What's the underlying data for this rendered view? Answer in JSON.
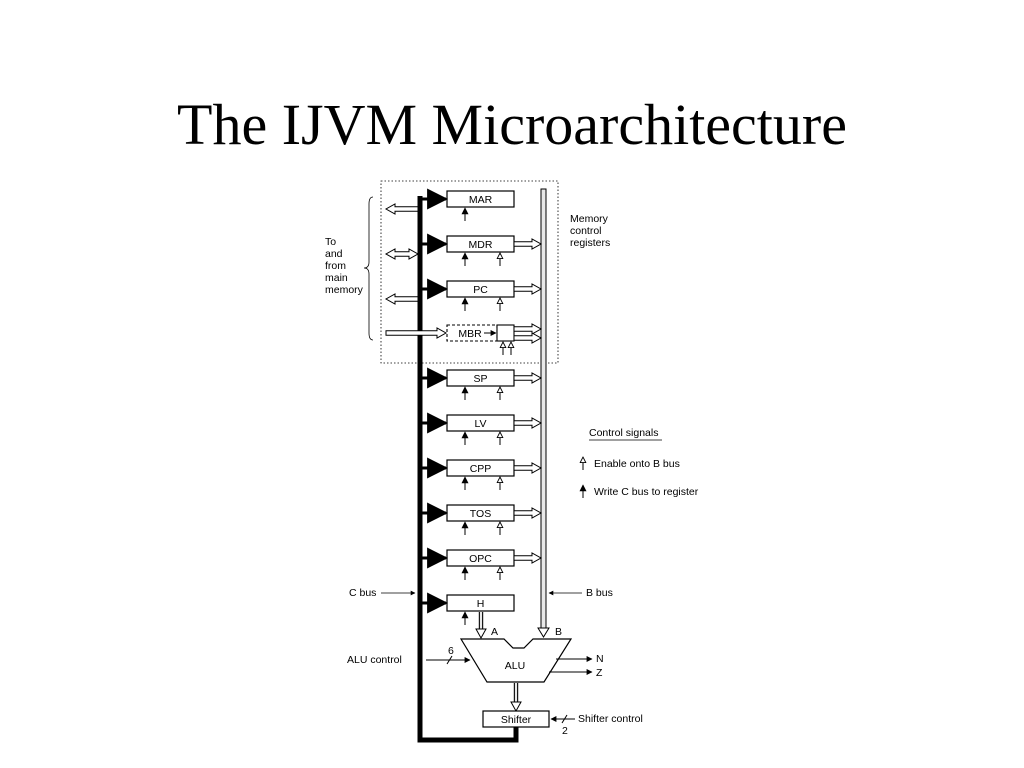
{
  "title": "The IJVM Microarchitecture",
  "registers": [
    {
      "id": "mar",
      "label": "MAR"
    },
    {
      "id": "mdr",
      "label": "MDR"
    },
    {
      "id": "pc",
      "label": "PC"
    },
    {
      "id": "mbr",
      "label": "MBR"
    },
    {
      "id": "sp",
      "label": "SP"
    },
    {
      "id": "lv",
      "label": "LV"
    },
    {
      "id": "cpp",
      "label": "CPP"
    },
    {
      "id": "tos",
      "label": "TOS"
    },
    {
      "id": "opc",
      "label": "OPC"
    },
    {
      "id": "h",
      "label": "H"
    }
  ],
  "labels": {
    "memory_side": [
      "To",
      "and",
      "from",
      "main",
      "memory"
    ],
    "memory_control": [
      "Memory",
      "control",
      "registers"
    ],
    "control_signals_heading": "Control signals",
    "enable_b_bus": "Enable onto B bus",
    "write_c_bus": "Write C bus to register",
    "c_bus": "C bus",
    "b_bus": "B bus",
    "alu_control": "ALU control",
    "alu_bits": "6",
    "alu": "ALU",
    "input_a": "A",
    "input_b": "B",
    "flag_n": "N",
    "flag_z": "Z",
    "shifter": "Shifter",
    "shifter_control": "Shifter control",
    "shifter_bits": "2"
  }
}
